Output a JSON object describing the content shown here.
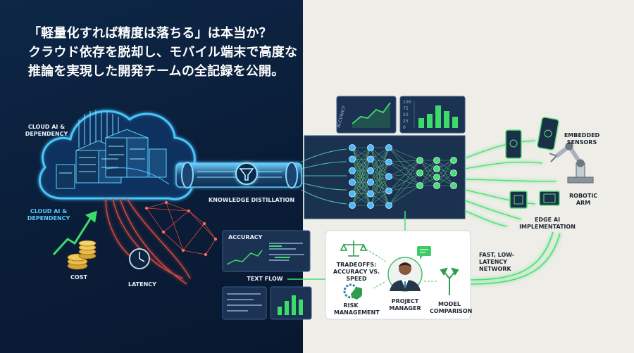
{
  "headline": {
    "line1": "「軽量化すれば精度は落ちる」は本当か？",
    "line2": "クラウド依存を脱却し、モバイル端末で高度な",
    "line3": "推論を実現した開発チームの全記録を公開。"
  },
  "labels": {
    "cloud_dependency_top": "CLOUD AI & DEPENDENCY",
    "cloud_dependency_bottom": "CLOUD AI & DEPENDENCY",
    "cost": "COST",
    "latency": "LATENCY",
    "knowledge_distillation": "KNOWLEDGE DISTILLATION",
    "accuracy_panel": "ACCURACY",
    "accuracy_chart_axis": "ACCURACY",
    "text_flow": "TEXT FLOW",
    "embedded_sensors": "EMBEDDED SENSORS",
    "robotic_arm": "ROBOTIC ARM",
    "edge_ai": "EDGE AI IMPLEMENTATION",
    "network": "FAST, LOW-LATENCY NETWORK",
    "tradeoffs": "TRADEOFFS: ACCURACY vs. SPEED",
    "risk_management": "RISK MANAGEMENT",
    "project_manager": "PROJECT MANAGER",
    "model_comparison": "MODEL COMPARISON"
  },
  "bar_chart_ticks": [
    "100",
    "75",
    "50",
    "25",
    "0"
  ],
  "colors": {
    "navy_bg": "#0a1d38",
    "light_bg": "#eeede8",
    "cyan": "#3fb6ff",
    "green": "#3ddc6a",
    "red": "#e0483c",
    "gold": "#e7b43a"
  },
  "icons": [
    "cloud-icon",
    "server-rack-icon",
    "funnel-icon",
    "coin-stack-icon",
    "clock-icon",
    "smartphone-icon",
    "robotic-arm-icon",
    "chip-icon",
    "scales-icon",
    "gear-shield-icon",
    "person-icon",
    "chat-bubble-icon",
    "split-arrow-icon"
  ]
}
